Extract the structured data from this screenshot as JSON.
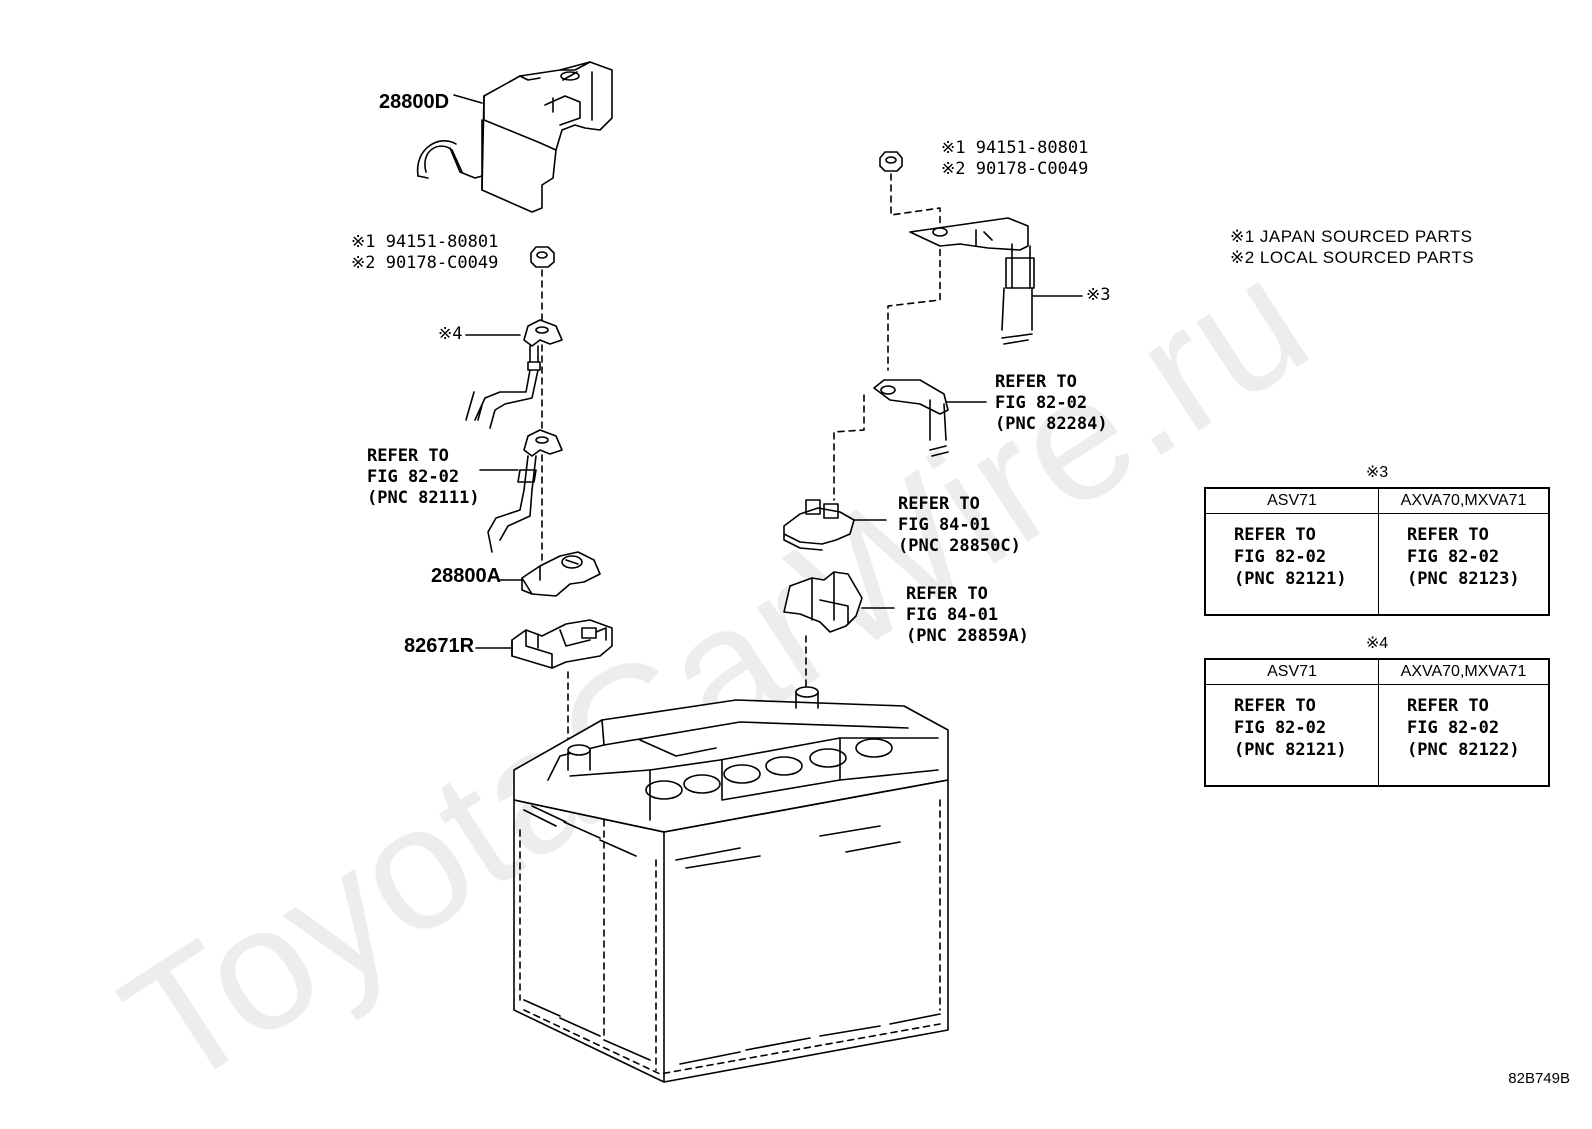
{
  "watermark": "ToyotaCarWire.ru",
  "figure_code": "82B749B",
  "legend": {
    "note1": "※1 JAPAN SOURCED PARTS",
    "note2": "※2 LOCAL SOURCED PARTS"
  },
  "labels": {
    "part_28800d": "28800D",
    "part_28800a": "28800A",
    "part_82671r": "82671R",
    "nut_left": "※1 94151-80801\n※2 90178-C0049",
    "nut_right": "※1 94151-80801\n※2 90178-C0049",
    "mark4": "※4",
    "mark3": "※3",
    "refer_82111": "REFER TO\nFIG 82-02\n(PNC 82111)",
    "refer_82284": "REFER TO\nFIG 82-02\n(PNC 82284)",
    "refer_28850c": "REFER TO\nFIG 84-01\n(PNC 28850C)",
    "refer_28859a": "REFER TO\nFIG 84-01\n(PNC 28859A)"
  },
  "tables": [
    {
      "title": "※3",
      "columns": [
        "ASV71",
        "AXVA70,MXVA71"
      ],
      "cells": [
        "REFER TO\nFIG 82-02\n(PNC 82121)",
        "REFER TO\nFIG 82-02\n(PNC 82123)"
      ]
    },
    {
      "title": "※4",
      "columns": [
        "ASV71",
        "AXVA70,MXVA71"
      ],
      "cells": [
        "REFER TO\nFIG 82-02\n(PNC 82121)",
        "REFER TO\nFIG 82-02\n(PNC 82122)"
      ]
    }
  ]
}
